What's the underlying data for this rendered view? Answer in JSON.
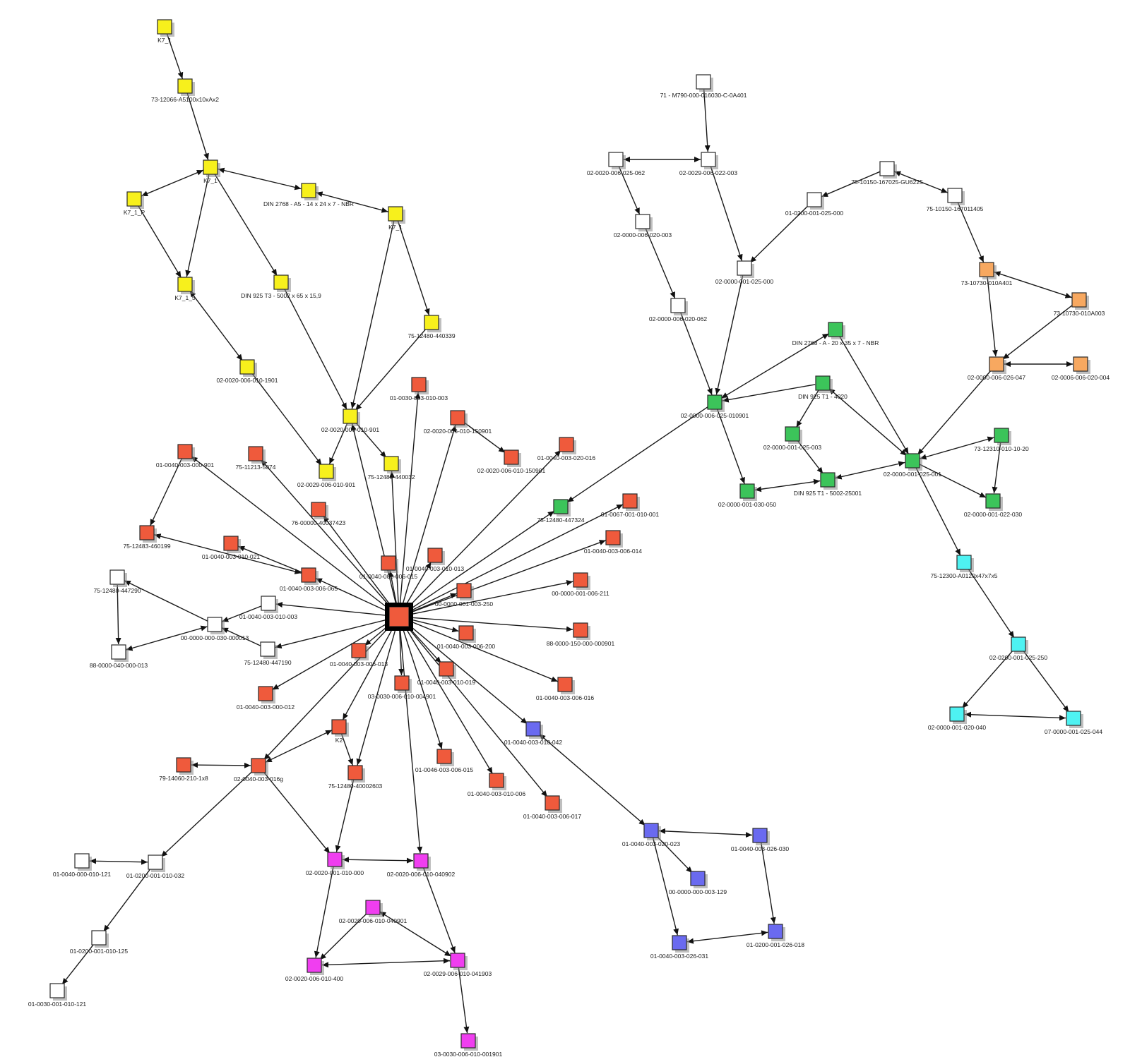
{
  "colors": {
    "yellow": "#f7f01c",
    "red": "#ef5a3c",
    "white": "#ffffff",
    "green": "#3cc45a",
    "orange": "#f7a860",
    "cyan": "#4ef2f2",
    "blue": "#6a6af0",
    "magenta": "#f03ef0"
  },
  "nodes": [
    {
      "id": "Y1",
      "label": "K7_1",
      "color": "yellow"
    },
    {
      "id": "Y2",
      "label": "73-12066-A5100x10xAx2",
      "color": "yellow"
    },
    {
      "id": "Y3",
      "label": "K7_1",
      "color": "yellow"
    },
    {
      "id": "Y4",
      "label": "K7_1_P",
      "color": "yellow"
    },
    {
      "id": "Y5",
      "label": "DIN 2768 - A5 - 14 x 24 x 7 - NBR",
      "color": "yellow"
    },
    {
      "id": "Y6",
      "label": "K7_1",
      "color": "yellow"
    },
    {
      "id": "Y7",
      "label": "K7_1_5",
      "color": "yellow"
    },
    {
      "id": "Y8",
      "label": "DIN 925 T3 - 5002 x 65 x 15,9",
      "color": "yellow"
    },
    {
      "id": "Y9",
      "label": "75-12480-440339",
      "color": "yellow"
    },
    {
      "id": "Y10",
      "label": "02-0020-006-010-901",
      "color": "yellow"
    },
    {
      "id": "Y11",
      "label": "02-0020-006-010-1901",
      "color": "yellow"
    },
    {
      "id": "Y12",
      "label": "02-0029-006-010-901",
      "color": "yellow"
    },
    {
      "id": "Y13",
      "label": "75-12480-440032",
      "color": "yellow"
    },
    {
      "id": "HUB",
      "label": "",
      "color": "red"
    },
    {
      "id": "R1",
      "label": "01-0030-003-010-003",
      "color": "red"
    },
    {
      "id": "R2",
      "label": "02-0020-006-010-150901",
      "color": "red"
    },
    {
      "id": "R3",
      "label": "02-0020-006-010-150901",
      "color": "red"
    },
    {
      "id": "R4",
      "label": "01-0040-003-020-016",
      "color": "red"
    },
    {
      "id": "R5",
      "label": "01-0040-003-000-901",
      "color": "red"
    },
    {
      "id": "R6",
      "label": "75-11213-5074",
      "color": "red"
    },
    {
      "id": "R7",
      "label": "75-12483-460199",
      "color": "red"
    },
    {
      "id": "R8",
      "label": "76-00000-40037423",
      "color": "red"
    },
    {
      "id": "R9",
      "label": "01-0040-003-010-021",
      "color": "red"
    },
    {
      "id": "R10",
      "label": "01-0040-003-006-065",
      "color": "red"
    },
    {
      "id": "R11",
      "label": "01-0040-003-006-015",
      "color": "red"
    },
    {
      "id": "R12",
      "label": "01-0040-003-010-013",
      "color": "red"
    },
    {
      "id": "R13",
      "label": "01-0067-001-010-001",
      "color": "red"
    },
    {
      "id": "R14",
      "label": "01-0040-003-006-014",
      "color": "red"
    },
    {
      "id": "R15",
      "label": "00-0000-001-003-250",
      "color": "red"
    },
    {
      "id": "R16",
      "label": "00-0000-001-006-211",
      "color": "red"
    },
    {
      "id": "R17",
      "label": "88-0000-150-000-000901",
      "color": "red"
    },
    {
      "id": "R18",
      "label": "01-0040-003-006-200",
      "color": "red"
    },
    {
      "id": "R19",
      "label": "01-0040-003-010-019",
      "color": "red"
    },
    {
      "id": "R20",
      "label": "01-0040-003-006-016",
      "color": "red"
    },
    {
      "id": "R21",
      "label": "01-0040-003-006-013",
      "color": "red"
    },
    {
      "id": "R22",
      "label": "01-0040-003-000-012",
      "color": "red"
    },
    {
      "id": "R23",
      "label": "03-0030-006-010-004901",
      "color": "red"
    },
    {
      "id": "R24",
      "label": "K2",
      "color": "red"
    },
    {
      "id": "R25",
      "label": "79-14060-210-1x8",
      "color": "red"
    },
    {
      "id": "R26",
      "label": "02-0040-003-016g",
      "color": "red"
    },
    {
      "id": "R27",
      "label": "75-12480-40002603",
      "color": "red"
    },
    {
      "id": "R28",
      "label": "01-0046-003-006-015",
      "color": "red"
    },
    {
      "id": "R29",
      "label": "01-0040-003-010-006",
      "color": "red"
    },
    {
      "id": "R30",
      "label": "01-0040-003-006-017",
      "color": "red"
    },
    {
      "id": "W1",
      "label": "75-12480-447290",
      "color": "white"
    },
    {
      "id": "W2",
      "label": "88-0000-040-000-013",
      "color": "white"
    },
    {
      "id": "W3",
      "label": "00-0000-000-030-000013",
      "color": "white"
    },
    {
      "id": "W4",
      "label": "01-0040-003-010-003",
      "color": "white"
    },
    {
      "id": "W5",
      "label": "75-12480-447190",
      "color": "white"
    },
    {
      "id": "W6",
      "label": "01-0040-000-010-121",
      "color": "white"
    },
    {
      "id": "W7",
      "label": "01-0200-001-010-032",
      "color": "white"
    },
    {
      "id": "W8",
      "label": "01-0200-001-010-125",
      "color": "white"
    },
    {
      "id": "W9",
      "label": "01-0030-001-010-121",
      "color": "white"
    },
    {
      "id": "T1",
      "label": "71 - M790-000-016030-C-0A401",
      "color": "white"
    },
    {
      "id": "T2",
      "label": "02-0020-006-025-062",
      "color": "white"
    },
    {
      "id": "T3",
      "label": "02-0029-006-022-003",
      "color": "white"
    },
    {
      "id": "T4",
      "label": "02-0000-006-020-003",
      "color": "white"
    },
    {
      "id": "T5",
      "label": "02-0000-006-020-062",
      "color": "white"
    },
    {
      "id": "T6",
      "label": "02-0000-001-025-000",
      "color": "white"
    },
    {
      "id": "T7",
      "label": "75-10150-167025-GU6225",
      "color": "white"
    },
    {
      "id": "T8",
      "label": "01-0200-001-025-000",
      "color": "white"
    },
    {
      "id": "T9",
      "label": "75-10150-167011405",
      "color": "white"
    },
    {
      "id": "O1",
      "label": "73-10730-010A401",
      "color": "orange"
    },
    {
      "id": "O2",
      "label": "73-10730-010A003",
      "color": "orange"
    },
    {
      "id": "O3",
      "label": "02-0000-006-026-047",
      "color": "orange"
    },
    {
      "id": "O4",
      "label": "02-0006-006-020-004",
      "color": "orange"
    },
    {
      "id": "G1",
      "label": "DIN 2768 - A - 20 x 35 x 7 - NBR",
      "color": "green"
    },
    {
      "id": "G2",
      "label": "DIN 925 T1 - 4020",
      "color": "green"
    },
    {
      "id": "G3",
      "label": "02-0000-006-025-010901",
      "color": "green"
    },
    {
      "id": "G4",
      "label": "02-0000-001-025-003",
      "color": "green"
    },
    {
      "id": "G5",
      "label": "02-0000-001-030-050",
      "color": "green"
    },
    {
      "id": "G6",
      "label": "DIN 925 T1 - 5002-25001",
      "color": "green"
    },
    {
      "id": "G7",
      "label": "02-0000-001-025-001",
      "color": "green"
    },
    {
      "id": "G8",
      "label": "73-12310-010-10-20",
      "color": "green"
    },
    {
      "id": "G9",
      "label": "02-0000-001-022-030",
      "color": "green"
    },
    {
      "id": "G10",
      "label": "75-12480-447324",
      "color": "green"
    },
    {
      "id": "C1",
      "label": "75-12300-A0120x47x7x5",
      "color": "cyan"
    },
    {
      "id": "C2",
      "label": "02-0200-001-025-250",
      "color": "cyan"
    },
    {
      "id": "C3",
      "label": "02-0000-001-020-040",
      "color": "cyan"
    },
    {
      "id": "C4",
      "label": "07-0000-001-025-044",
      "color": "cyan"
    },
    {
      "id": "B1",
      "label": "01-0040-003-010-042",
      "color": "blue"
    },
    {
      "id": "B2",
      "label": "01-0040-003-020-023",
      "color": "blue"
    },
    {
      "id": "B3",
      "label": "01-0040-003-026-030",
      "color": "blue"
    },
    {
      "id": "B4",
      "label": "00-0000-000-003-129",
      "color": "blue"
    },
    {
      "id": "B5",
      "label": "01-0040-003-026-031",
      "color": "blue"
    },
    {
      "id": "B6",
      "label": "01-0200-001-026-018",
      "color": "blue"
    },
    {
      "id": "M1",
      "label": "02-0020-001-010-000",
      "color": "magenta"
    },
    {
      "id": "M2",
      "label": "02-0020-006-010-040902",
      "color": "magenta"
    },
    {
      "id": "M3",
      "label": "02-0020-006-010-040901",
      "color": "magenta"
    },
    {
      "id": "M4",
      "label": "02-0020-006-010-400",
      "color": "magenta"
    },
    {
      "id": "M5",
      "label": "02-0029-006-010-041903",
      "color": "magenta"
    },
    {
      "id": "M6",
      "label": "03-0030-006-010-001901",
      "color": "magenta"
    }
  ],
  "edges": [
    [
      "Y1",
      "Y2",
      "f"
    ],
    [
      "Y2",
      "Y3",
      "f"
    ],
    [
      "Y3",
      "Y4",
      "b"
    ],
    [
      "Y3",
      "Y7",
      "f"
    ],
    [
      "Y4",
      "Y7",
      "f"
    ],
    [
      "Y3",
      "Y5",
      "b"
    ],
    [
      "Y5",
      "Y6",
      "b"
    ],
    [
      "Y3",
      "Y8",
      "f"
    ],
    [
      "Y7",
      "Y11",
      "b"
    ],
    [
      "Y8",
      "Y10",
      "f"
    ],
    [
      "Y6",
      "Y10",
      "f"
    ],
    [
      "Y6",
      "Y9",
      "f"
    ],
    [
      "Y9",
      "Y10",
      "f"
    ],
    [
      "Y11",
      "Y12",
      "f"
    ],
    [
      "Y10",
      "Y12",
      "f"
    ],
    [
      "Y10",
      "Y13",
      "f"
    ],
    [
      "HUB",
      "Y10",
      "f"
    ],
    [
      "HUB",
      "Y13",
      "f"
    ],
    [
      "HUB",
      "R1",
      "f"
    ],
    [
      "HUB",
      "R2",
      "f"
    ],
    [
      "R2",
      "R3",
      "f"
    ],
    [
      "HUB",
      "R4",
      "f"
    ],
    [
      "HUB",
      "R5",
      "f"
    ],
    [
      "R5",
      "R7",
      "f"
    ],
    [
      "HUB",
      "R6",
      "f"
    ],
    [
      "HUB",
      "R8",
      "f"
    ],
    [
      "R7",
      "R10",
      "b"
    ],
    [
      "R10",
      "R9",
      "f"
    ],
    [
      "HUB",
      "R10",
      "f"
    ],
    [
      "HUB",
      "R11",
      "f"
    ],
    [
      "HUB",
      "R12",
      "f"
    ],
    [
      "HUB",
      "R13",
      "f"
    ],
    [
      "HUB",
      "R14",
      "f"
    ],
    [
      "HUB",
      "R15",
      "f"
    ],
    [
      "HUB",
      "R16",
      "f"
    ],
    [
      "HUB",
      "R17",
      "f"
    ],
    [
      "HUB",
      "R18",
      "f"
    ],
    [
      "HUB",
      "R19",
      "f"
    ],
    [
      "HUB",
      "R20",
      "f"
    ],
    [
      "HUB",
      "R21",
      "f"
    ],
    [
      "HUB",
      "R22",
      "f"
    ],
    [
      "HUB",
      "R23",
      "f"
    ],
    [
      "HUB",
      "R24",
      "f"
    ],
    [
      "HUB",
      "R26",
      "f"
    ],
    [
      "R24",
      "R26",
      "b"
    ],
    [
      "R24",
      "R27",
      "f"
    ],
    [
      "R25",
      "R26",
      "b"
    ],
    [
      "HUB",
      "R28",
      "f"
    ],
    [
      "HUB",
      "R29",
      "f"
    ],
    [
      "HUB",
      "R30",
      "f"
    ],
    [
      "HUB",
      "R27",
      "f"
    ],
    [
      "HUB",
      "W4",
      "f"
    ],
    [
      "HUB",
      "W5",
      "f"
    ],
    [
      "W4",
      "W3",
      "f"
    ],
    [
      "W5",
      "W3",
      "f"
    ],
    [
      "W3",
      "W1",
      "f"
    ],
    [
      "W1",
      "W2",
      "f"
    ],
    [
      "W2",
      "W3",
      "b"
    ],
    [
      "R26",
      "W7",
      "f"
    ],
    [
      "W6",
      "W7",
      "b"
    ],
    [
      "W7",
      "W8",
      "f"
    ],
    [
      "W8",
      "W9",
      "f"
    ],
    [
      "R26",
      "M1",
      "f"
    ],
    [
      "R27",
      "M1",
      "f"
    ],
    [
      "M1",
      "M2",
      "b"
    ],
    [
      "HUB",
      "M2",
      "f"
    ],
    [
      "M2",
      "M5",
      "f"
    ],
    [
      "M3",
      "M5",
      "b"
    ],
    [
      "M3",
      "M4",
      "f"
    ],
    [
      "M1",
      "M4",
      "f"
    ],
    [
      "M4",
      "M5",
      "b"
    ],
    [
      "M5",
      "M6",
      "f"
    ],
    [
      "HUB",
      "B1",
      "f"
    ],
    [
      "B1",
      "B2",
      "b"
    ],
    [
      "B2",
      "B3",
      "b"
    ],
    [
      "B2",
      "B4",
      "f"
    ],
    [
      "B2",
      "B5",
      "f"
    ],
    [
      "B3",
      "B6",
      "f"
    ],
    [
      "B5",
      "B6",
      "b"
    ],
    [
      "HUB",
      "G10",
      "f"
    ],
    [
      "G3",
      "G10",
      "f"
    ],
    [
      "G3",
      "G1",
      "b"
    ],
    [
      "G2",
      "G3",
      "f"
    ],
    [
      "G2",
      "G4",
      "f"
    ],
    [
      "G4",
      "G6",
      "f"
    ],
    [
      "G6",
      "G5",
      "b"
    ],
    [
      "G3",
      "G5",
      "f"
    ],
    [
      "G1",
      "G7",
      "f"
    ],
    [
      "G2",
      "G7",
      "b"
    ],
    [
      "G6",
      "G7",
      "b"
    ],
    [
      "G7",
      "G8",
      "b"
    ],
    [
      "G8",
      "G9",
      "f"
    ],
    [
      "G7",
      "G9",
      "f"
    ],
    [
      "G7",
      "C1",
      "f"
    ],
    [
      "C1",
      "C2",
      "f"
    ],
    [
      "C2",
      "C3",
      "f"
    ],
    [
      "C2",
      "C4",
      "f"
    ],
    [
      "C3",
      "C4",
      "b"
    ],
    [
      "T1",
      "T3",
      "f"
    ],
    [
      "T2",
      "T3",
      "b"
    ],
    [
      "T2",
      "T4",
      "f"
    ],
    [
      "T4",
      "T5",
      "f"
    ],
    [
      "T5",
      "G3",
      "f"
    ],
    [
      "T3",
      "T6",
      "f"
    ],
    [
      "T7",
      "T8",
      "f"
    ],
    [
      "T8",
      "T6",
      "f"
    ],
    [
      "T7",
      "T9",
      "b"
    ],
    [
      "T9",
      "O1",
      "f"
    ],
    [
      "O1",
      "O2",
      "b"
    ],
    [
      "O1",
      "O3",
      "f"
    ],
    [
      "O2",
      "O3",
      "f"
    ],
    [
      "O3",
      "O4",
      "b"
    ],
    [
      "O3",
      "G7",
      "f"
    ],
    [
      "T6",
      "G3",
      "f"
    ]
  ]
}
